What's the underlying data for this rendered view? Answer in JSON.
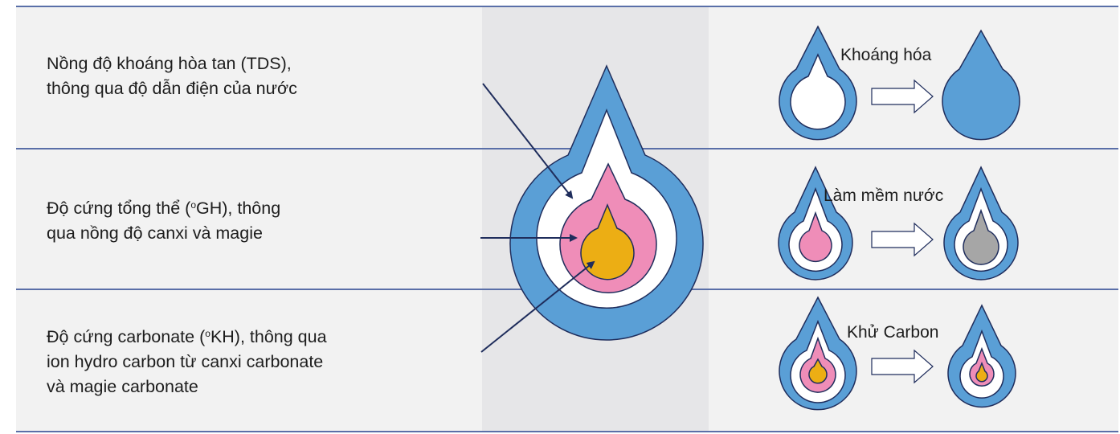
{
  "rows": [
    {
      "line1": "Nồng độ khoáng hòa tan (TDS),",
      "line2": "thông qua độ dẫn điện của nước",
      "line3": ""
    },
    {
      "line1_pre": "Độ cứng tổng thể (",
      "line1_sup": "o",
      "line1_post": "GH), thông",
      "line2": "qua nồng độ canxi và magie",
      "line3": ""
    },
    {
      "line1_pre": "Độ cứng carbonate (",
      "line1_sup": "o",
      "line1_post": "KH), thông qua",
      "line2": "ion hydro carbon từ canxi carbonate",
      "line3": "và magie carbonate"
    }
  ],
  "processes": [
    {
      "caption": "Khoáng hóa"
    },
    {
      "caption": "Làm mềm nước"
    },
    {
      "caption": "Khử Carbon"
    }
  ],
  "colors": {
    "blue": "#5a9fd6",
    "white": "#ffffff",
    "pink": "#ef8db8",
    "yellow": "#ecae14",
    "gray": "#a6a6a6",
    "outline": "#1f2d5c",
    "arrow": "#1f2d5c",
    "separator": "#5a6fa8"
  },
  "icons": [
    "droplet-icon",
    "hollow-arrow-icon"
  ]
}
